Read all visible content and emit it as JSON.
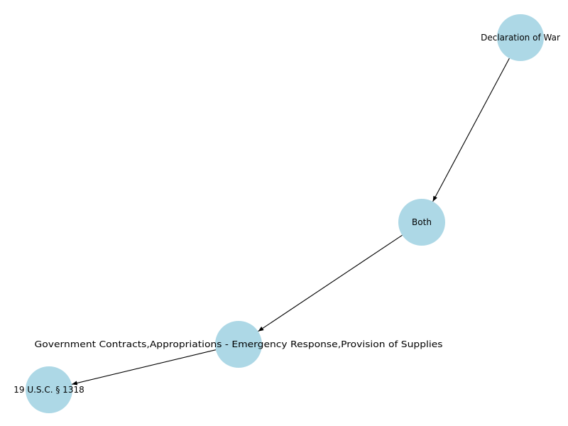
{
  "diagram": {
    "type": "directed-graph",
    "node_color": "#add8e6",
    "edge_color": "#000000",
    "text_color": "#000000",
    "nodes": [
      {
        "id": "n1",
        "label": "Declaration of War"
      },
      {
        "id": "n2",
        "label": "Both"
      },
      {
        "id": "n3",
        "label": "Government Contracts,Appropriations - Emergency Response,Provision of Supplies"
      },
      {
        "id": "n4",
        "label": "19 U.S.C. § 1318"
      }
    ],
    "edges": [
      {
        "from": "n1",
        "to": "n2"
      },
      {
        "from": "n2",
        "to": "n3"
      },
      {
        "from": "n3",
        "to": "n4"
      }
    ]
  }
}
